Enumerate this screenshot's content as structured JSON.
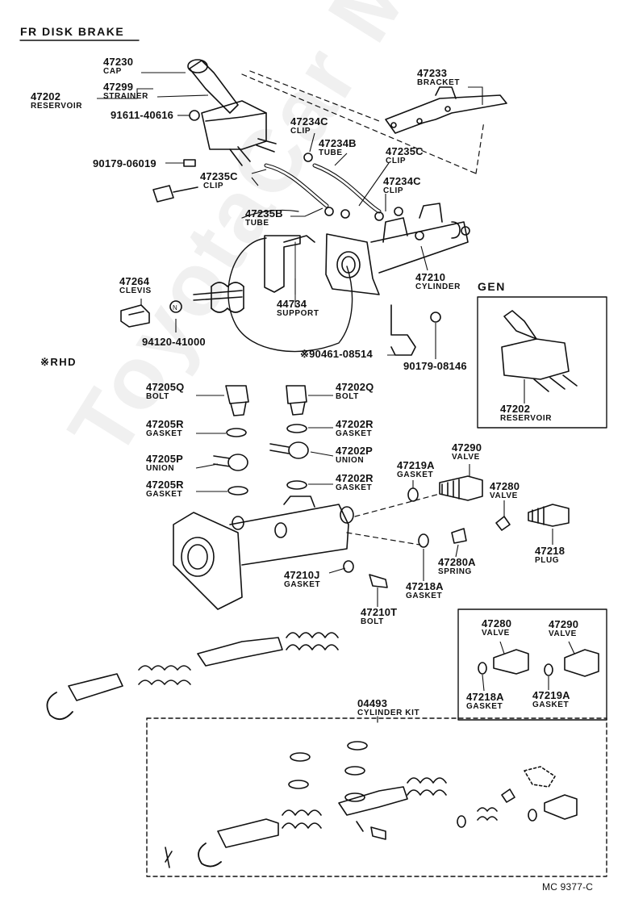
{
  "title": "FR DISK BRAKE",
  "section_rhd": "※RHD",
  "section_gen": "GEN",
  "footer_code": "MC 9377-C",
  "watermark": "ToyotaCar Mire.ru",
  "top_parts": {
    "p47230": {
      "num": "47230",
      "label": "CAP"
    },
    "p47299": {
      "num": "47299",
      "label": "STRAINER"
    },
    "p47202": {
      "num": "47202",
      "label": "RESERVOIR"
    },
    "p91611": {
      "num": "91611-40616"
    },
    "p90179a": {
      "num": "90179-06019"
    },
    "p47235c_a": {
      "num": "47235C",
      "label": "CLIP"
    },
    "p47233": {
      "num": "47233",
      "label": "BRACKET"
    },
    "p47234c_a": {
      "num": "47234C",
      "label": "CLIP"
    },
    "p47234b": {
      "num": "47234B",
      "label": "TUBE"
    },
    "p47235c_b": {
      "num": "47235C",
      "label": "CLIP"
    },
    "p47234c_b": {
      "num": "47234C",
      "label": "CLIP"
    },
    "p47235b": {
      "num": "47235B",
      "label": "TUBE"
    },
    "p47264": {
      "num": "47264",
      "label": "CLEVIS"
    },
    "p94120": {
      "num": "94120-41000"
    },
    "p44734": {
      "num": "44734",
      "label": "SUPPORT"
    },
    "p47210": {
      "num": "47210",
      "label": "CYLINDER"
    },
    "p90461": {
      "num": "※90461-08514"
    },
    "p90179b": {
      "num": "90179-08146"
    },
    "gen_reservoir": {
      "num": "47202",
      "label": "RESERVOIR"
    }
  },
  "rhd_parts": {
    "p47205q": {
      "num": "47205Q",
      "label": "BOLT"
    },
    "p47202q": {
      "num": "47202Q",
      "label": "BOLT"
    },
    "p47205r_a": {
      "num": "47205R",
      "label": "GASKET"
    },
    "p47202r_a": {
      "num": "47202R",
      "label": "GASKET"
    },
    "p47205p": {
      "num": "47205P",
      "label": "UNION"
    },
    "p47202p": {
      "num": "47202P",
      "label": "UNION"
    },
    "p47205r_b": {
      "num": "47205R",
      "label": "GASKET"
    },
    "p47202r_b": {
      "num": "47202R",
      "label": "GASKET"
    },
    "p47219a": {
      "num": "47219A",
      "label": "GASKET"
    },
    "p47290": {
      "num": "47290",
      "label": "VALVE"
    },
    "p47280": {
      "num": "47280",
      "label": "VALVE"
    },
    "p47218": {
      "num": "47218",
      "label": "PLUG"
    },
    "p47280a": {
      "num": "47280A",
      "label": "SPRING"
    },
    "p47210j": {
      "num": "47210J",
      "label": "GASKET"
    },
    "p47218a": {
      "num": "47218A",
      "label": "GASKET"
    },
    "p47210t": {
      "num": "47210T",
      "label": "BOLT"
    }
  },
  "inset_parts": {
    "p47280": {
      "num": "47280",
      "label": "VALVE"
    },
    "p47290": {
      "num": "47290",
      "label": "VALVE"
    },
    "p47218a": {
      "num": "47218A",
      "label": "GASKET"
    },
    "p47219a": {
      "num": "47219A",
      "label": "GASKET"
    }
  },
  "kit": {
    "num": "04493",
    "label": "CYLINDER KIT"
  }
}
